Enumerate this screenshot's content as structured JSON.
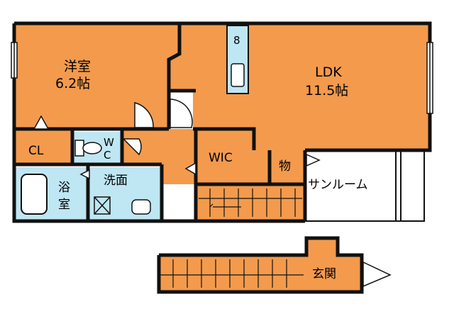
{
  "colors": {
    "room": "#f39a4d",
    "wall": "#111111",
    "wet": "#bfe6f3",
    "sunroom": "#ffffff",
    "background": "#ffffff"
  },
  "rooms": {
    "western_room": {
      "name": "洋室",
      "size": "6.2帖"
    },
    "ldk": {
      "name": "LDK",
      "size": "11.5帖"
    },
    "closet": "CL",
    "toilet_w": "W",
    "toilet_c": "C",
    "wash": "洗面",
    "bath_1": "浴",
    "bath_2": "室",
    "wic": "WIC",
    "storage": "物",
    "sunroom": "サンルーム",
    "entrance": "玄関",
    "kitchen_num": "8"
  },
  "icons": [
    "door-swing-icon",
    "window-icon",
    "stairs-icon",
    "bathtub-icon",
    "toilet-icon",
    "sink-icon",
    "washer-icon",
    "stove-icon"
  ]
}
